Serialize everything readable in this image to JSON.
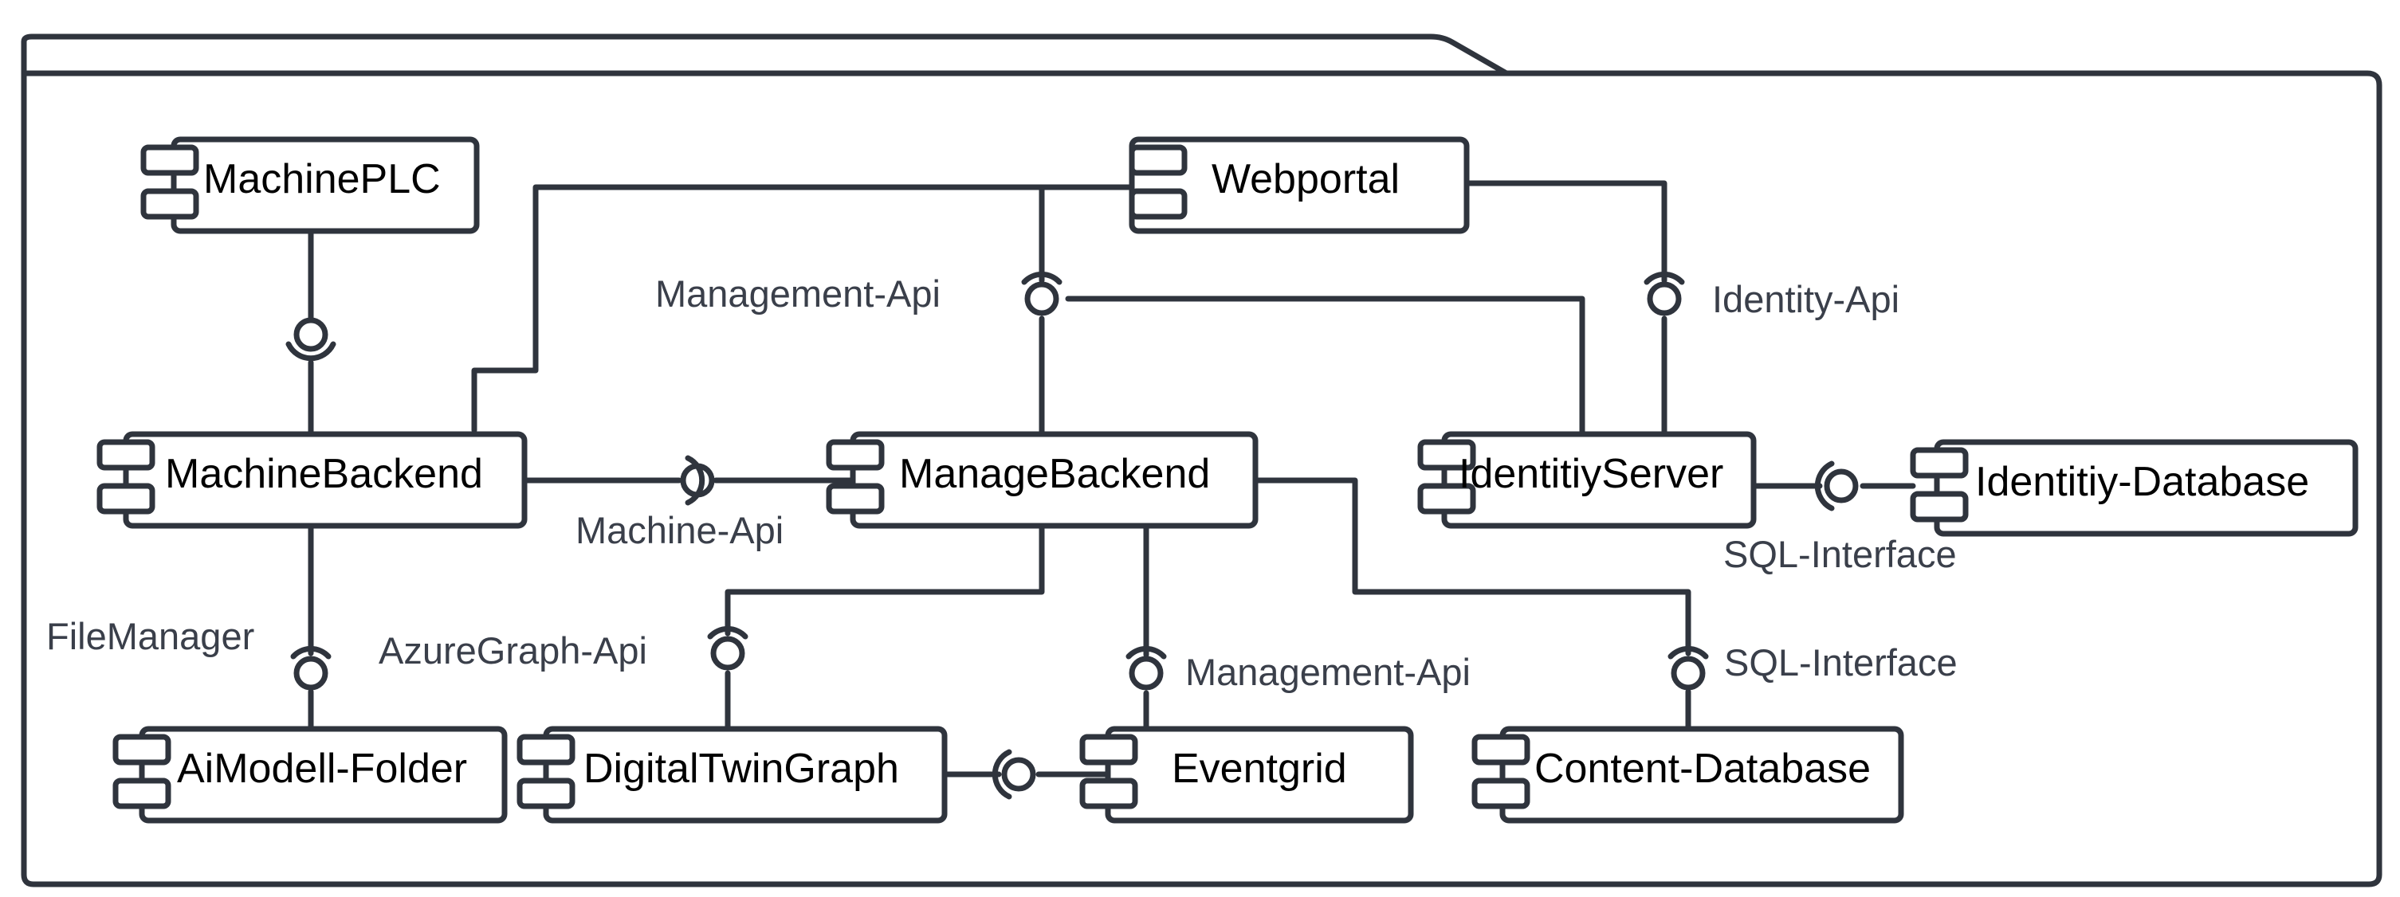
{
  "colors": {
    "stroke": "#2f343d",
    "background": "#ffffff",
    "label": "#3a3f4a",
    "component_text": "#000000"
  },
  "components": {
    "machine_plc": "MachinePLC",
    "webportal": "Webportal",
    "machine_backend": "MachineBackend",
    "manage_backend": "ManageBackend",
    "identity_server": "IdentitiyServer",
    "identity_database": "Identitiy-Database",
    "aimodell_folder": "AiModell-Folder",
    "digital_twin_graph": "DigitalTwinGraph",
    "eventgrid": "Eventgrid",
    "content_database": "Content-Database"
  },
  "interfaces": {
    "management_api_top": "Management-Api",
    "identity_api": "Identity-Api",
    "machine_api": "Machine-Api",
    "sql_interface_identity": "SQL-Interface",
    "file_manager": "FileManager",
    "azuregraph_api": "AzureGraph-Api",
    "management_api_eventgrid": "Management-Api",
    "sql_interface_content": "SQL-Interface"
  }
}
